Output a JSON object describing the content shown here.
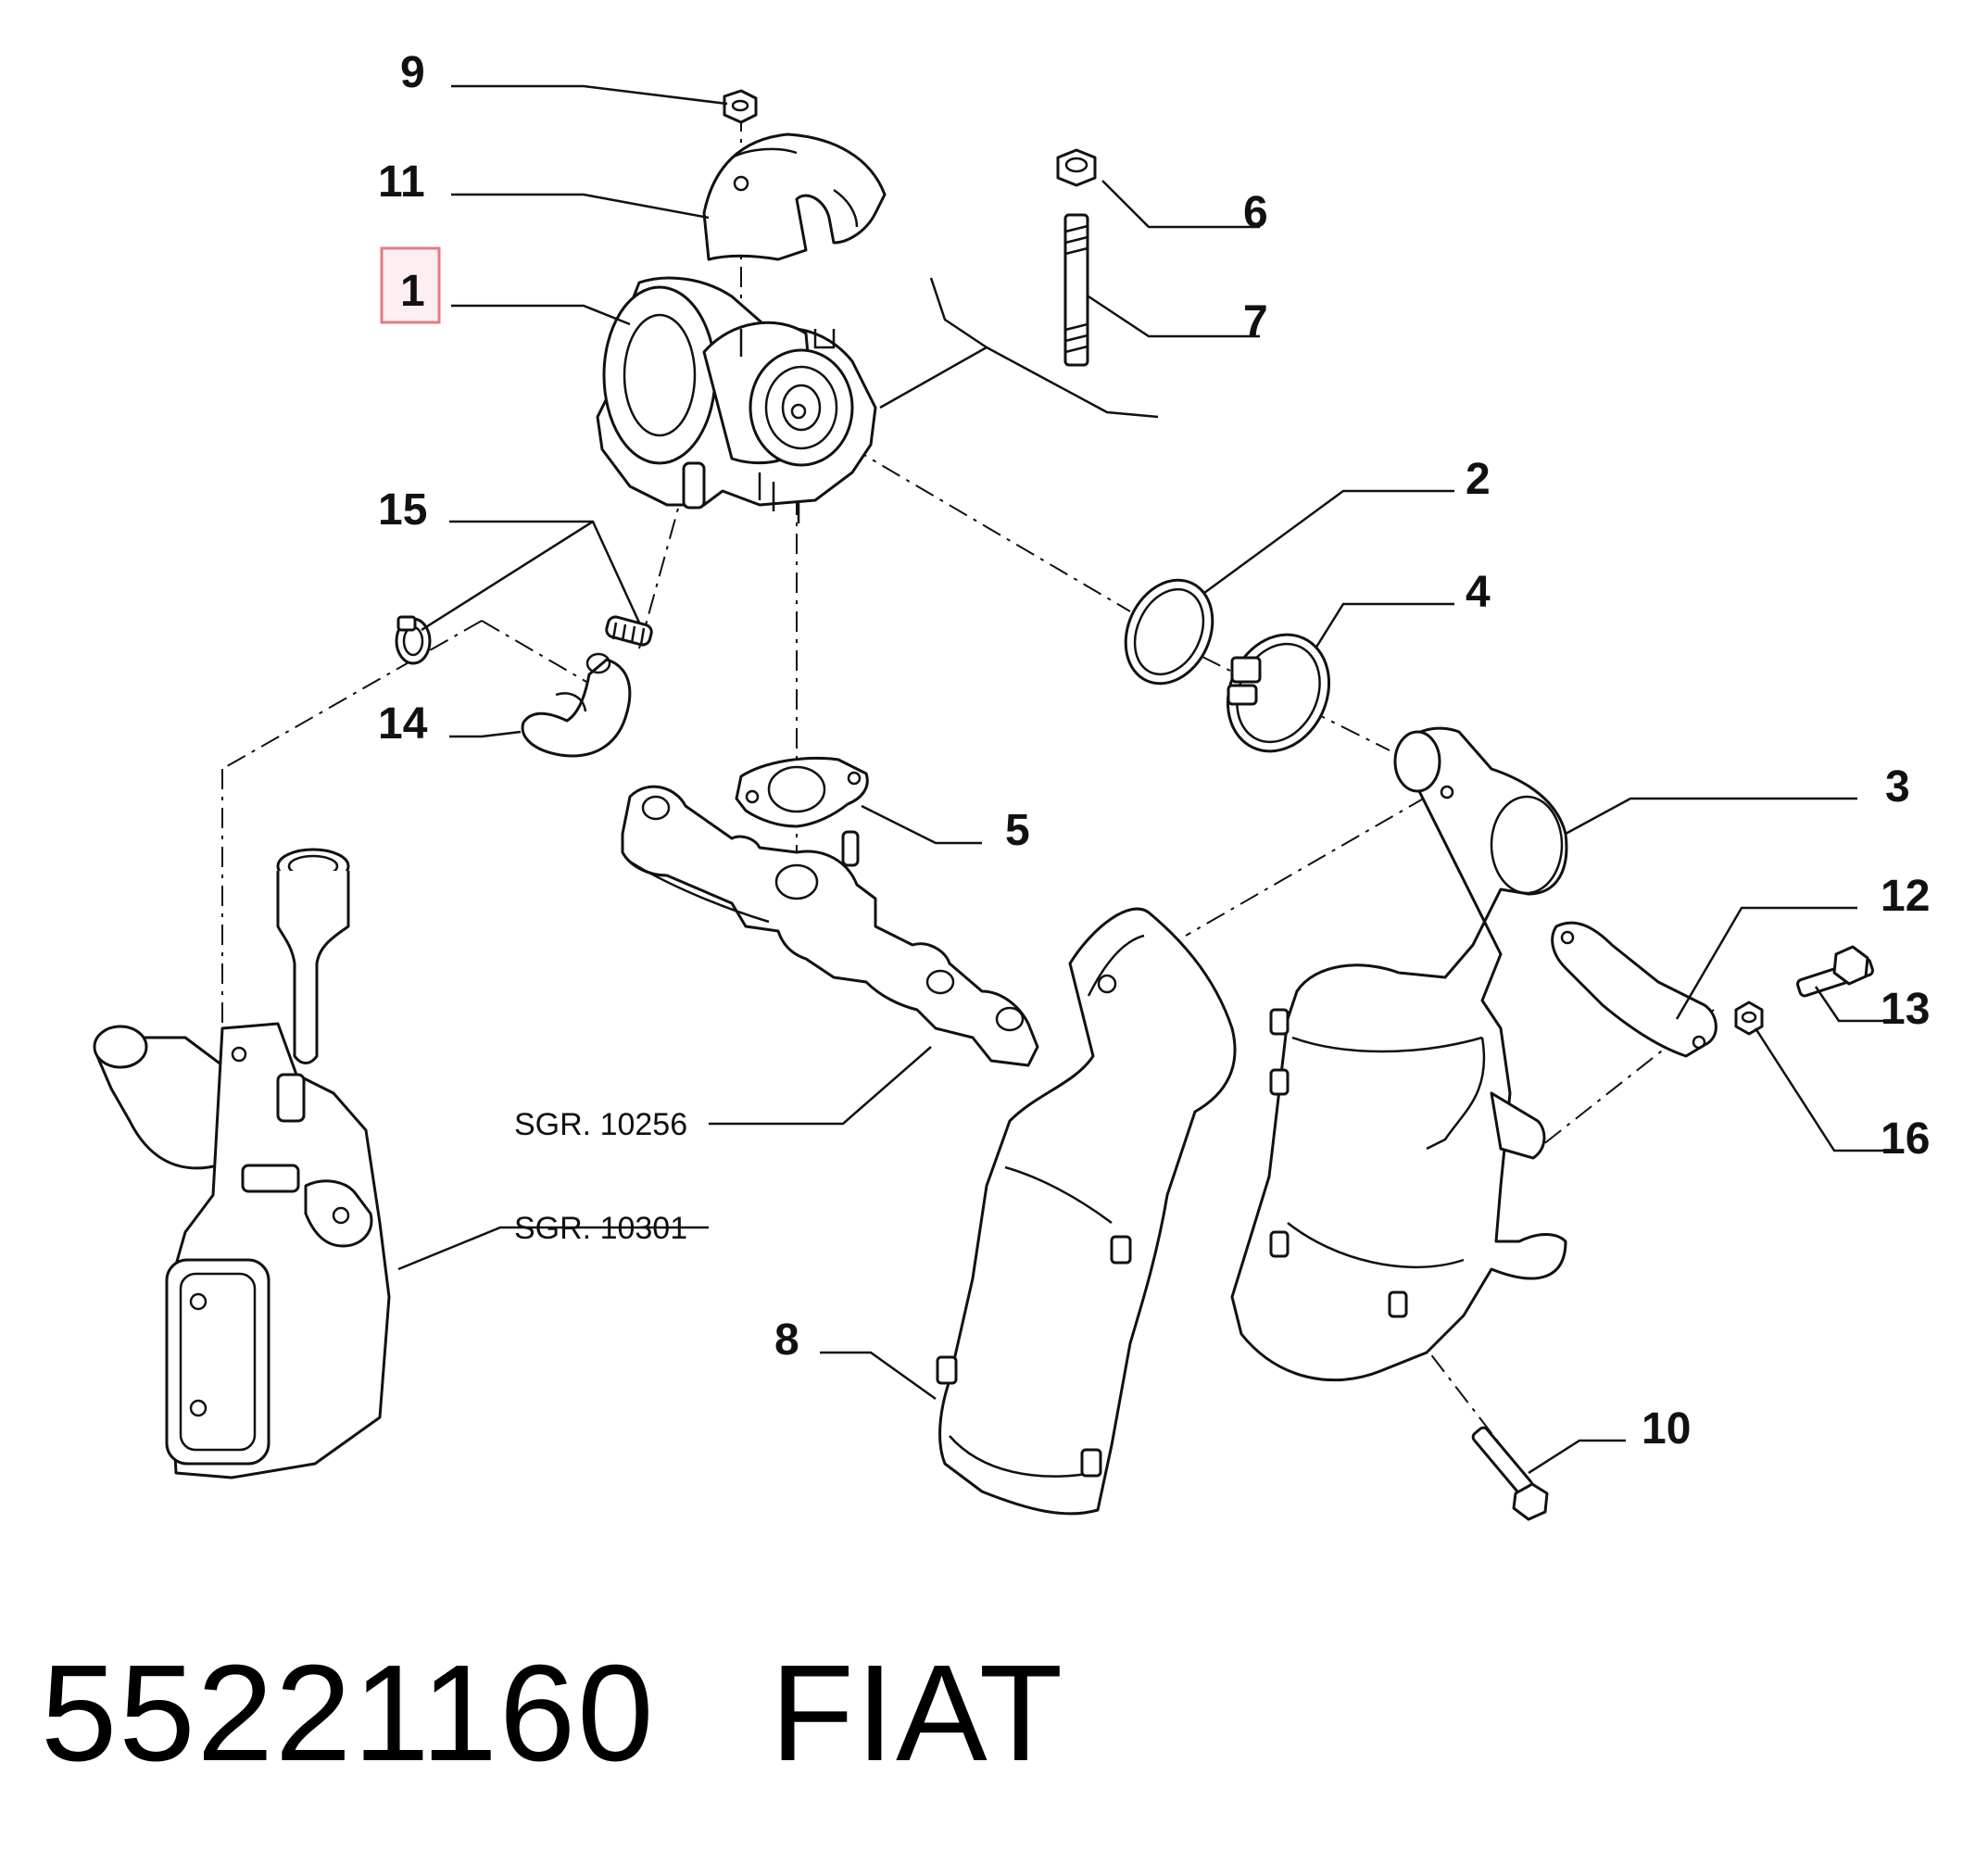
{
  "footer": {
    "part_number": "55221160",
    "brand": "FIAT"
  },
  "callouts": {
    "c9": "9",
    "c11": "11",
    "c1": "1",
    "c6": "6",
    "c7": "7",
    "c15": "15",
    "c2": "2",
    "c4": "4",
    "c14": "14",
    "c5": "5",
    "c3": "3",
    "c12": "12",
    "c13": "13",
    "c16": "16",
    "c8": "8",
    "c10": "10"
  },
  "references": {
    "sgr_10256": "SGR. 10256",
    "sgr_10301": "SGR. 10301"
  },
  "highlighted_callout": "1",
  "colors": {
    "highlight_border": "#e57a85",
    "highlight_fill": "#fdeff1",
    "line": "#111111"
  }
}
